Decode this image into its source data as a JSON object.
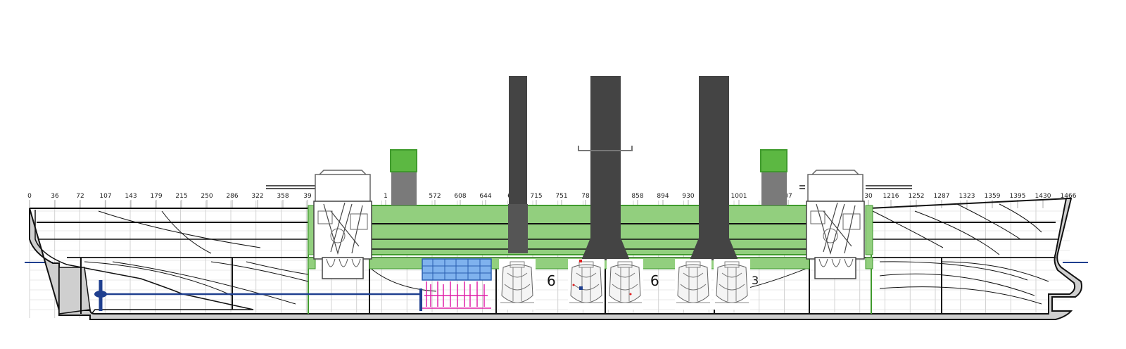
{
  "frame_labels": [
    "0",
    "36",
    "72",
    "107",
    "143",
    "179",
    "215",
    "250",
    "286",
    "322",
    "358",
    "39",
    "1",
    "572",
    "608",
    "644",
    "6",
    "715",
    "751",
    "78",
    "858",
    "894",
    "930",
    "1001",
    "1",
    "07",
    "30",
    "1216",
    "1252",
    "1287",
    "1323",
    "1359",
    "1395",
    "1430",
    "1466"
  ],
  "boiler_numbers": [
    "6",
    "6",
    "3"
  ],
  "colors": {
    "armor_belt": "#92cf7e",
    "armor_outline": "#3f9a2c",
    "funnel": "#444444",
    "hull_outline": "#111111",
    "hull_fill": "#cfcfcf",
    "grid": "#c8c8c8",
    "waterline": "#1f3f8f",
    "shaft": "#1f3f8f",
    "turret_base": "#7a7a7a",
    "engine_top": "#7fb2ee",
    "engine_lines": "#e020a8"
  },
  "icons": [
    "turret-icon",
    "funnel-icon",
    "propeller-icon",
    "engine-icon",
    "boiler-icon"
  ]
}
